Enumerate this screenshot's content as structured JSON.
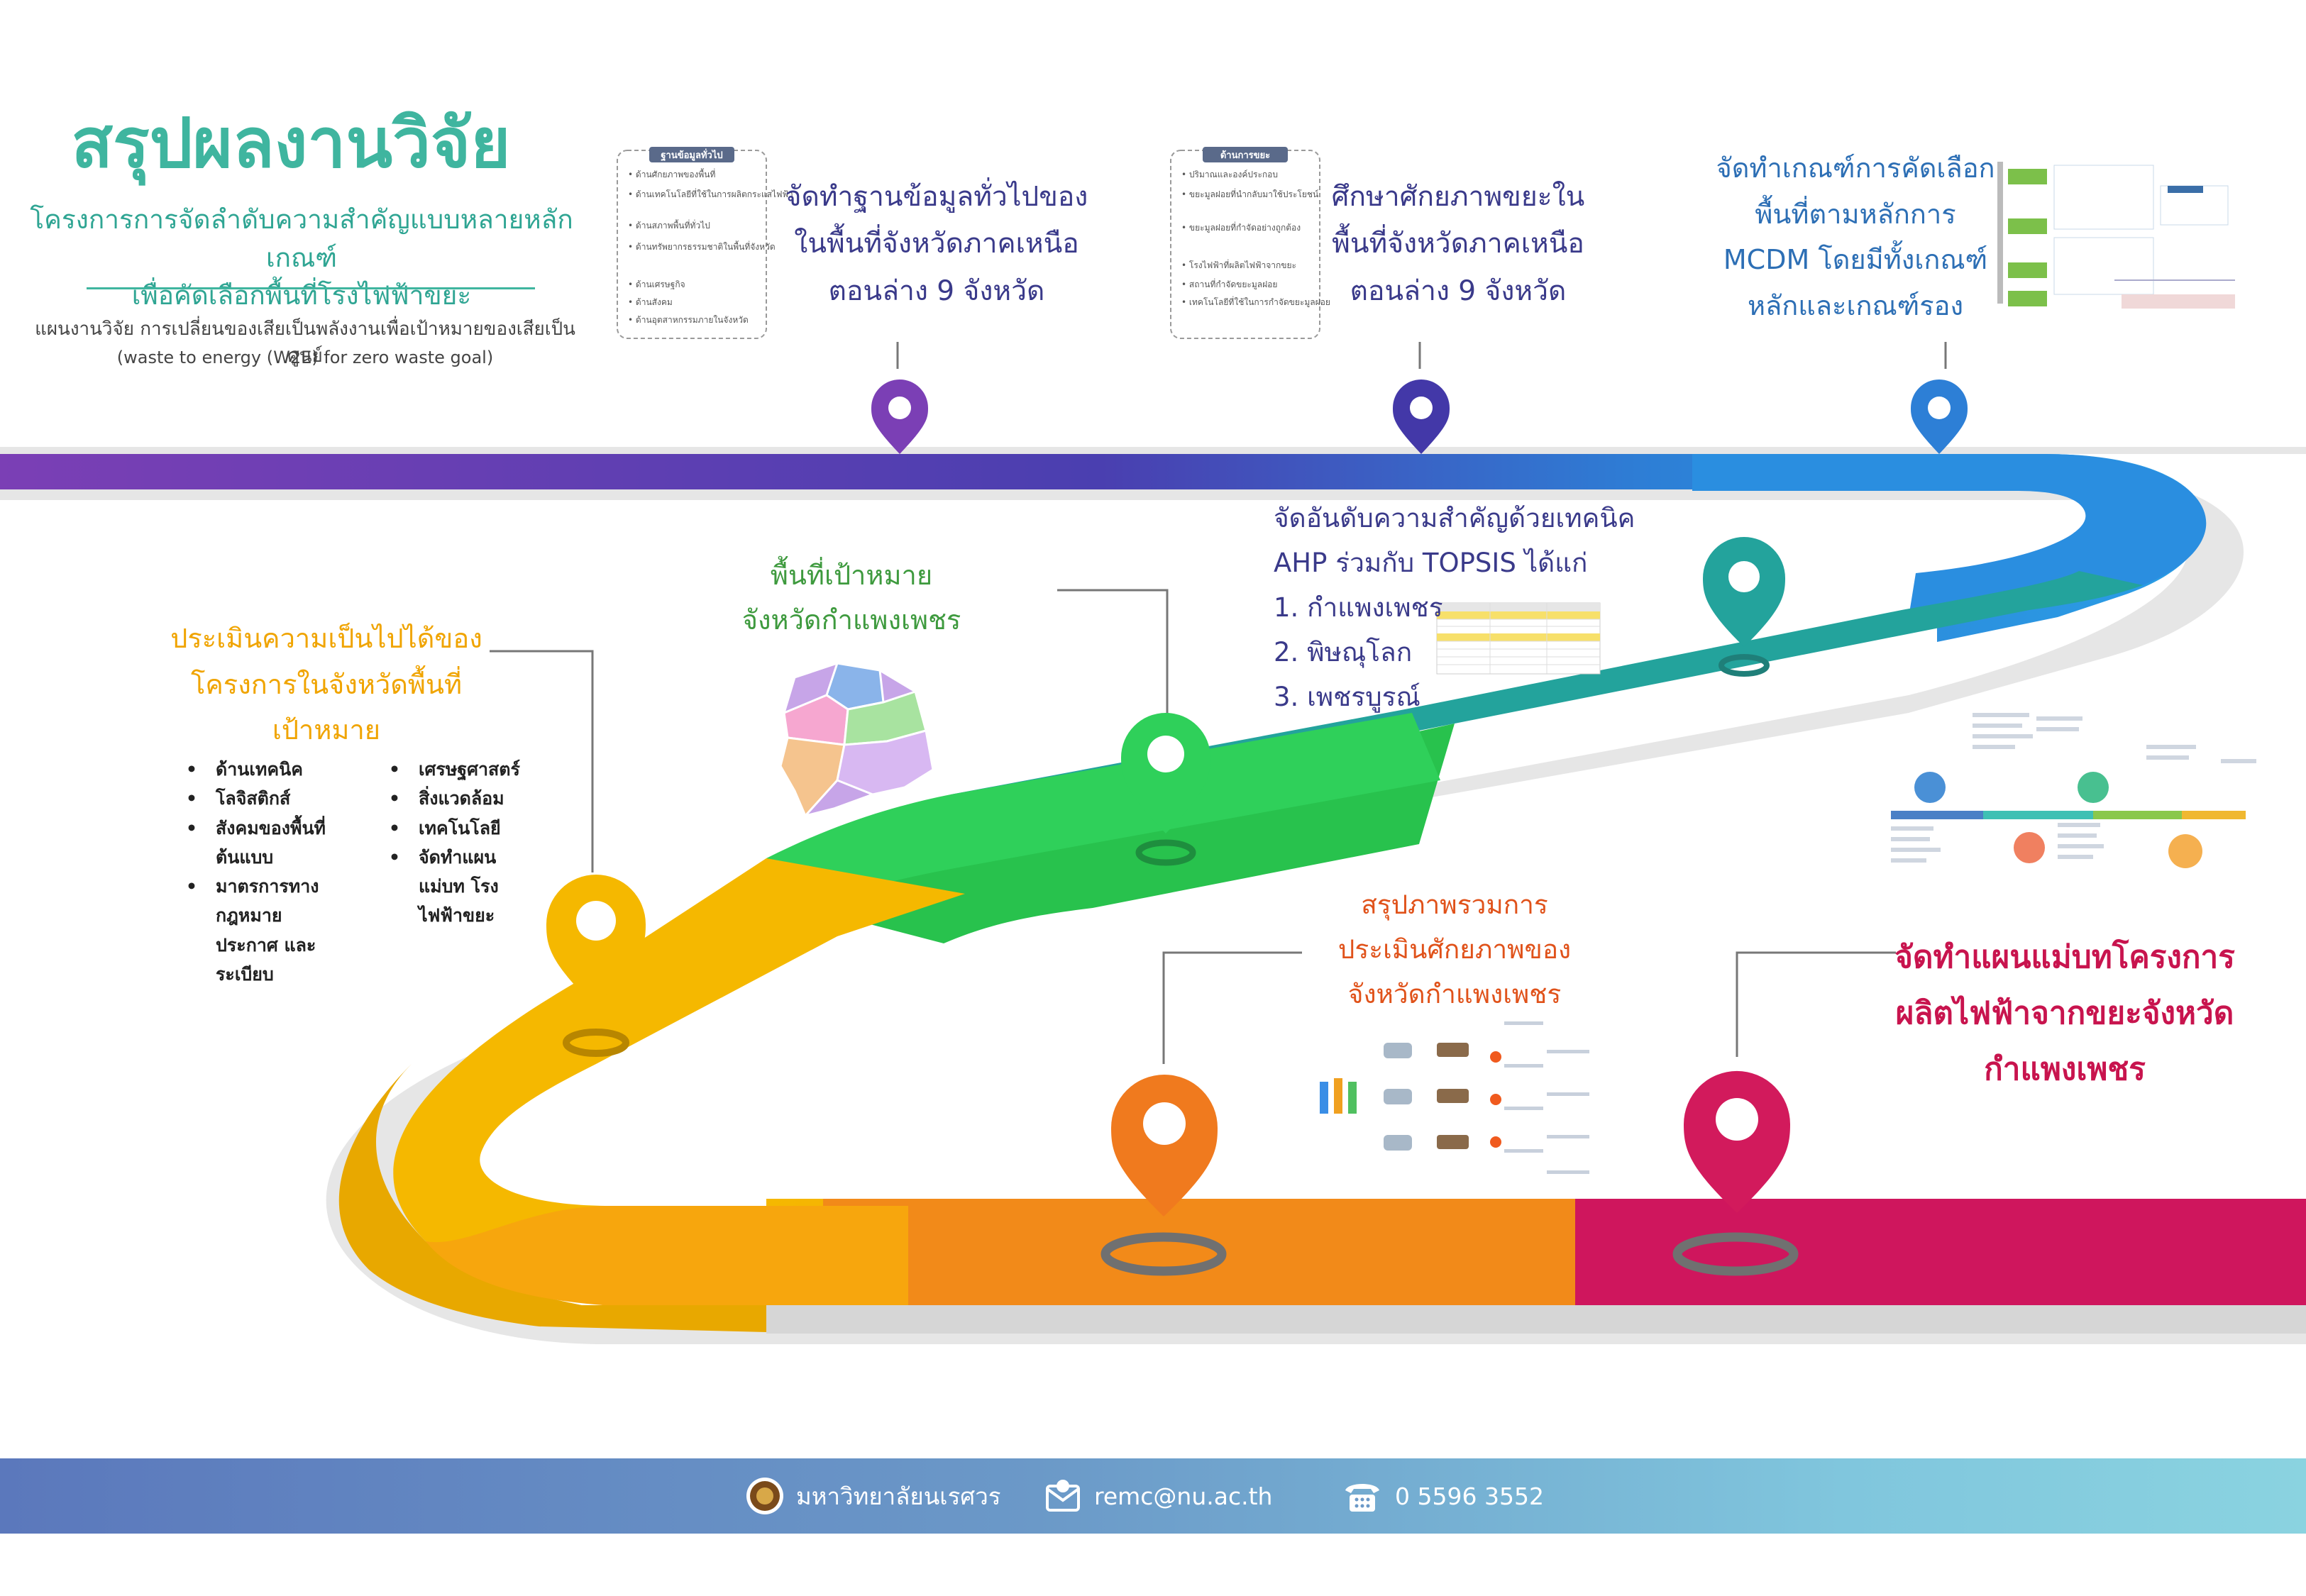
{
  "header": {
    "title": "สรุปผลงานวิจัย",
    "subtitle_line1": "โครงการการจัดลำดับความสำคัญแบบหลายหลักเกณฑ์",
    "subtitle_line2": "เพื่อคัดเลือกพื้นที่โรงไฟฟ้าขยะ",
    "plan_line1": "แผนงานวิจัย การเปลี่ยนของเสียเป็นพลังงานเพื่อเป้าหมายของเสียเป็นศูนย์",
    "plan_line2": "(waste to energy (W2E) for zero waste goal)"
  },
  "milestones": {
    "m1": {
      "lines": [
        "จัดทำฐานข้อมูลทั่วไปของ",
        "ในพื้นที่จังหวัดภาคเหนือ",
        "ตอนล่าง 9 จังหวัด"
      ],
      "color": "#7b3fb5"
    },
    "m2": {
      "lines": [
        "ศึกษาศักยภาพขยะใน",
        "พื้นที่จังหวัดภาคเหนือ",
        "ตอนล่าง 9 จังหวัด"
      ],
      "color": "#4338a8"
    },
    "m3": {
      "lines": [
        "จัดทำเกณฑ์การคัดเลือก",
        "พื้นที่ตามหลักการ",
        "MCDM โดยมีทั้งเกณฑ์",
        "หลักและเกณฑ์รอง"
      ],
      "color": "#2d7fd6"
    },
    "m4": {
      "lines": [
        "จัดอันดับความสำคัญด้วยเทคนิค",
        "AHP ร่วมกับ TOPSIS ได้แก่"
      ],
      "ranking": [
        "1. กำแพงเพชร",
        "2. พิษณุโลก",
        "3. เพชรบูรณ์"
      ],
      "color": "#23a39c"
    },
    "m5": {
      "lines": [
        "พื้นที่เป้าหมาย",
        "จังหวัดกำแพงเพชร"
      ],
      "color": "#28c24d"
    },
    "m6": {
      "lines": [
        "ประเมินความเป็นไปได้ของ",
        "โครงการในจังหวัดพื้นที่",
        "เป้าหมาย"
      ],
      "bullets_left": [
        "ด้านเทคนิค",
        "โลจิสติกส์",
        "สังคมของพื้นที่ต้นแบบ",
        "มาตรการทางกฎหมาย ประกาศ และระเบียบ"
      ],
      "bullets_right": [
        "เศรษฐศาสตร์",
        "สิ่งแวดล้อม",
        "เทคโนโลยี",
        "จัดทำแผนแม่บท โรงไฟฟ้าขยะ"
      ],
      "color": "#f5b800"
    },
    "m7": {
      "lines": [
        "สรุปภาพรวมการ",
        "ประเมินศักยภาพของ",
        "จังหวัดกำแพงเพชร"
      ],
      "color": "#f07a1e"
    },
    "m8": {
      "lines": [
        "จัดทำแผนแม่บทโครงการ",
        "ผลิตไฟฟ้าจากขยะจังหวัด",
        "กำแพงเพชร"
      ],
      "color": "#d21a5c"
    }
  },
  "thumb_boxes": {
    "general": {
      "header": "ฐานข้อมูลทั่วไป",
      "items": [
        "ด้านศักยภาพของพื้นที่",
        "ด้านเทคโนโลยีที่ใช้ในการผลิตกระแสไฟฟ้า",
        "ด้านสภาพพื้นที่ทั่วไป",
        "ด้านทรัพยากรธรรมชาติในพื้นที่จังหวัด",
        "ด้านเศรษฐกิจ",
        "ด้านสังคม",
        "ด้านอุตสาหกรรมภายในจังหวัด"
      ]
    },
    "waste": {
      "header": "ด้านการขยะ",
      "items": [
        "ปริมาณและองค์ประกอบ",
        "ขยะมูลฝอยที่นำกลับมาใช้ประโยชน์",
        "ขยะมูลฝอยที่กำจัดอย่างถูกต้อง",
        "โรงไฟฟ้าที่ผลิตไฟฟ้าจากขยะ",
        "สถานที่กำจัดขยะมูลฝอย",
        "เทคโนโลยีที่ใช้ในการกำจัดขยะมูลฝอย"
      ]
    }
  },
  "footer": {
    "university": "มหาวิทยาลัยนเรศวร",
    "email": "remc@nu.ac.th",
    "phone": "0 5596 3552"
  },
  "colors": {
    "teal_title": "#3fb59f",
    "road_purple": "#7b3fb5",
    "road_indigo": "#4338a8",
    "road_blue": "#2d7fd6",
    "road_teal": "#23a39c",
    "road_green": "#28c24d",
    "road_yellow": "#f5b800",
    "road_orange": "#f07a1e",
    "road_magenta": "#d21a5c"
  },
  "icons": {
    "university": "seal-logo",
    "email": "email-icon",
    "phone": "phone-icon"
  }
}
